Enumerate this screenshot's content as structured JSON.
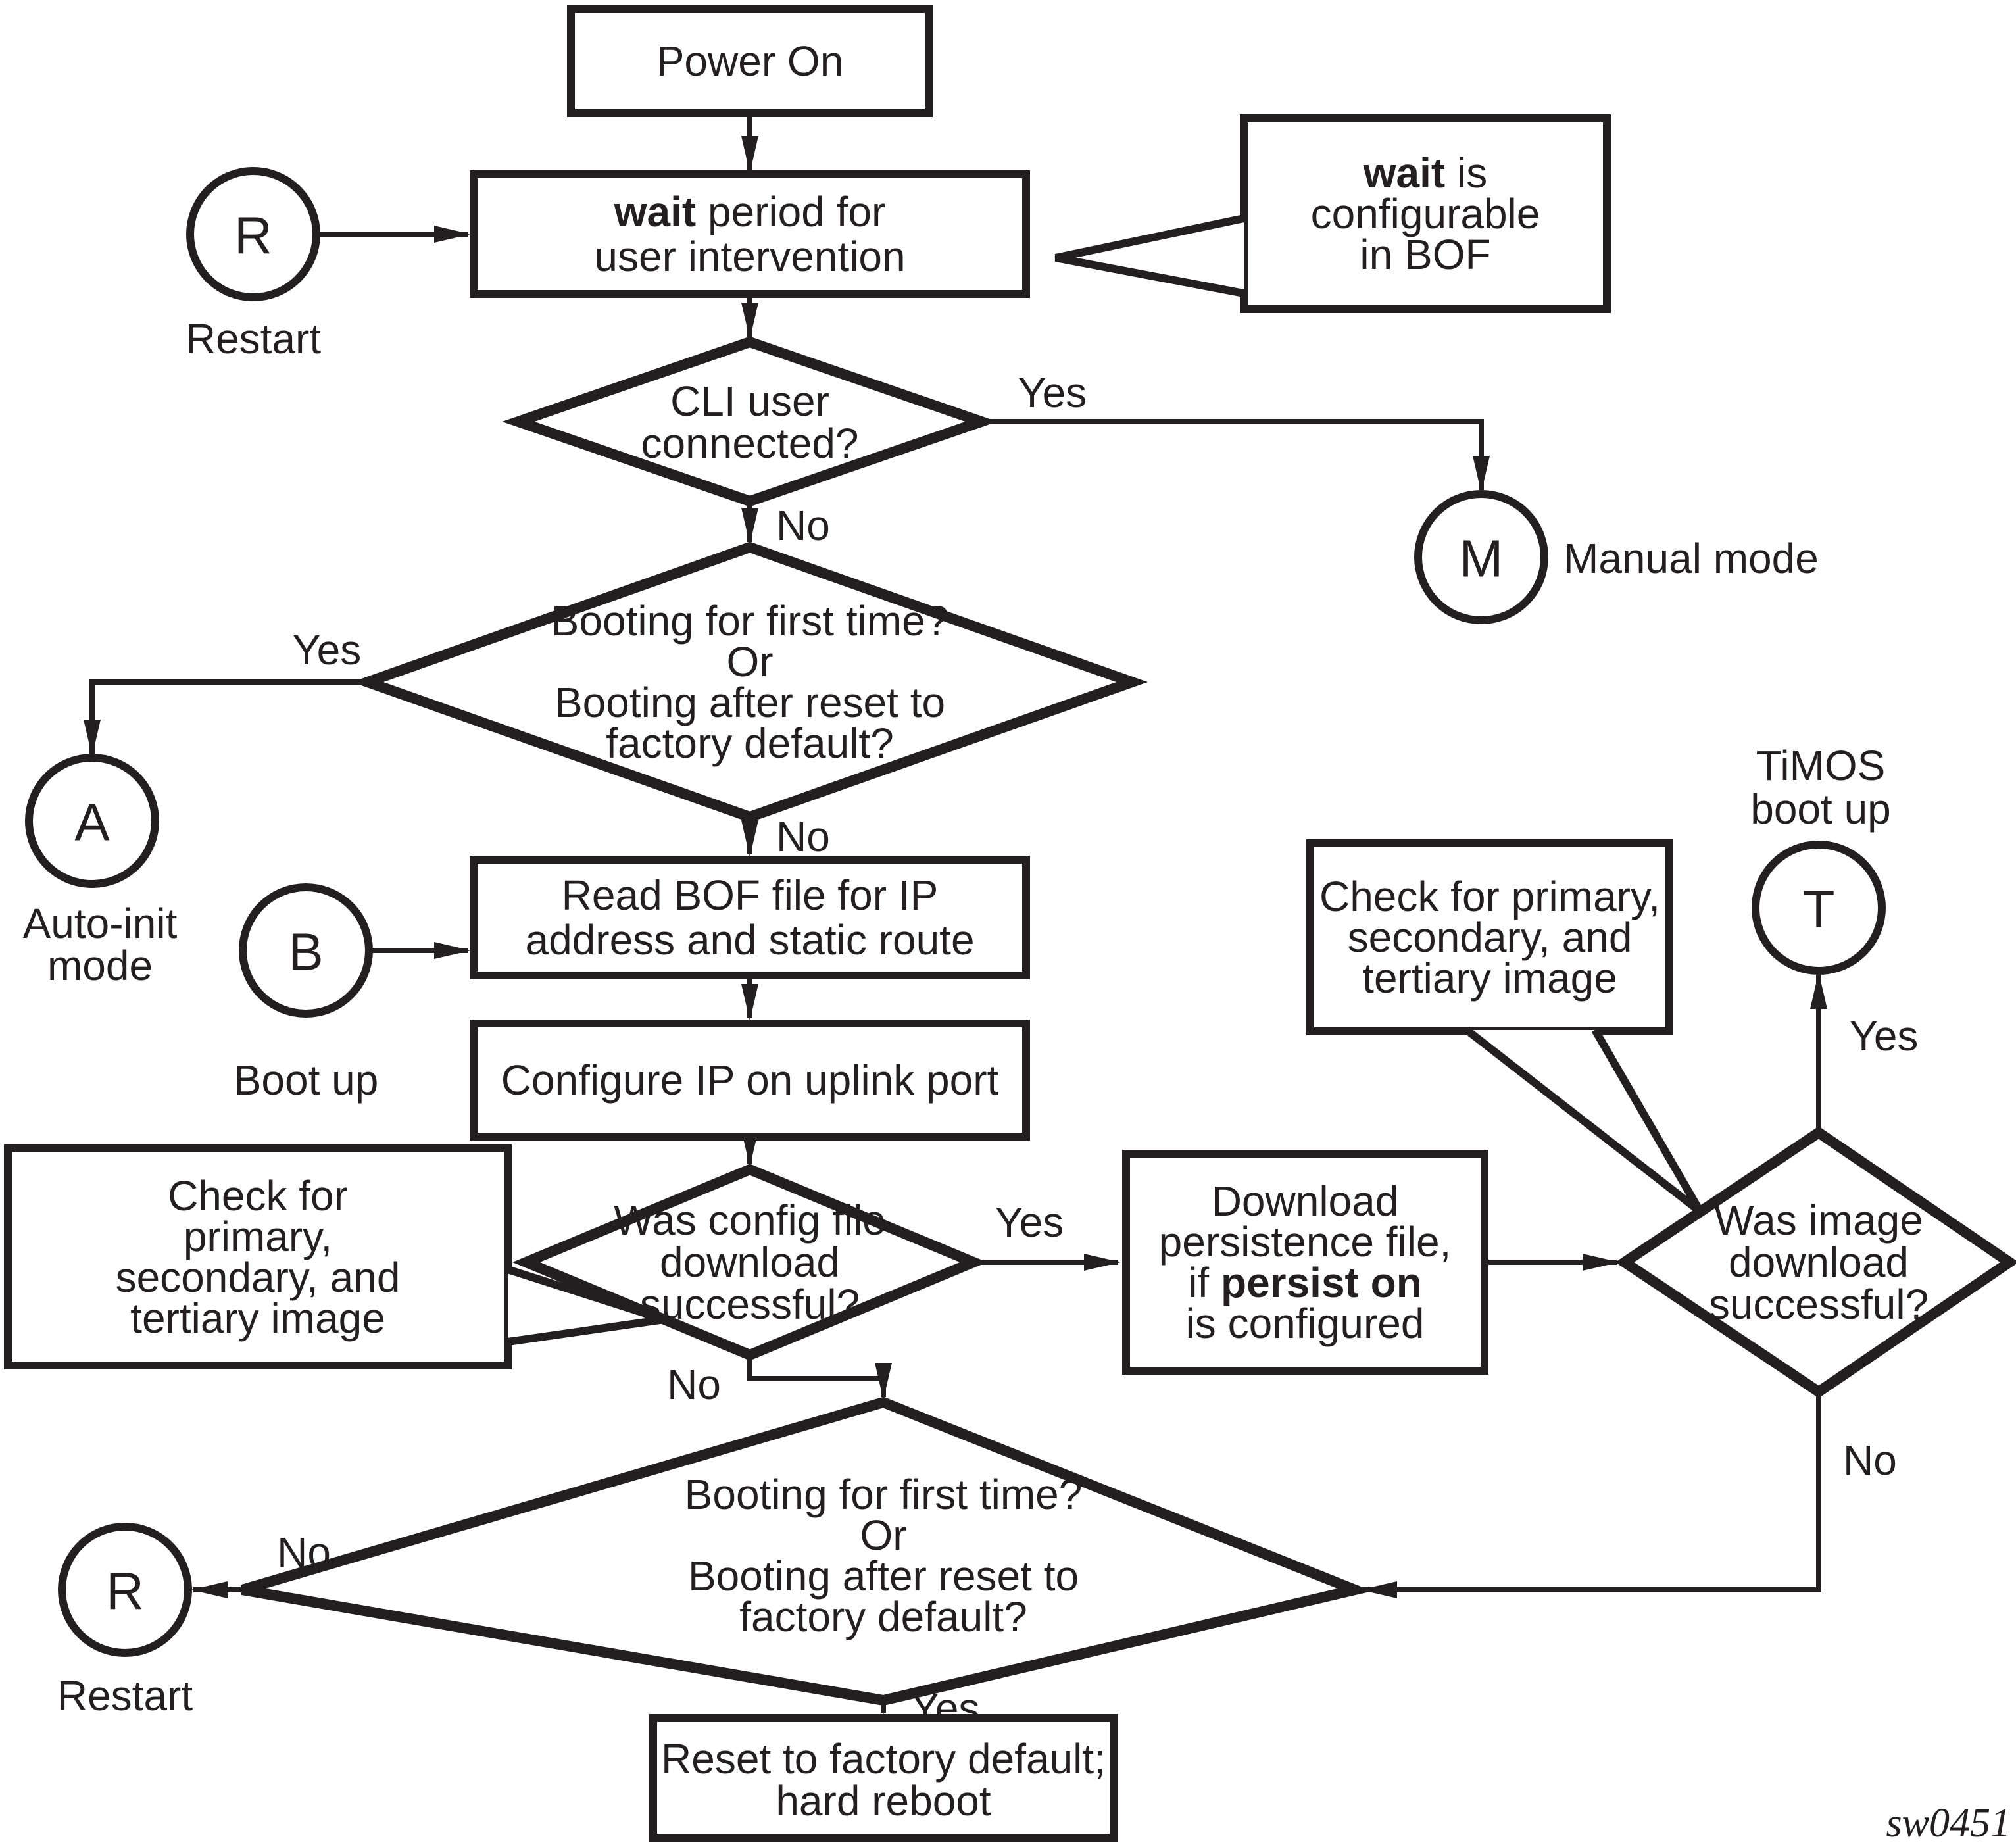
{
  "figure_code": "sw0451",
  "colors": {
    "ink": "#231f20",
    "background": "#ffffff"
  },
  "nodes": {
    "power_on": {
      "label": "Power On"
    },
    "wait_box": {
      "line1_bold": "wait",
      "line1_rest": " period for",
      "line2": "user intervention"
    },
    "wait_callout": {
      "line1_bold": "wait",
      "line1_rest": " is",
      "line2": "configurable",
      "line3": "in BOF"
    },
    "restart_top": {
      "letter": "R",
      "caption": "Restart"
    },
    "cli_diamond": {
      "line1": "CLI user",
      "line2": "connected?"
    },
    "manual_mode": {
      "letter": "M",
      "caption": "Manual mode"
    },
    "boot_diamond_top": {
      "line1": "Booting for first time?",
      "line2": "Or",
      "line3": "Booting after reset to",
      "line4": "factory default?"
    },
    "auto_init": {
      "letter": "A",
      "caption_line1": "Auto-init",
      "caption_line2": "mode"
    },
    "boot_up": {
      "letter": "B",
      "caption": "Boot up"
    },
    "read_bof": {
      "line1": "Read BOF file for IP",
      "line2": "address and static route"
    },
    "configure_ip": {
      "label": "Configure IP on uplink port"
    },
    "left_callout": {
      "line1": "Check for",
      "line2": "primary,",
      "line3": "secondary, and",
      "line4": "tertiary image"
    },
    "config_diamond": {
      "line1": "Was config file",
      "line2": "download",
      "line3": "successful?"
    },
    "persistence_box": {
      "line1": "Download",
      "line2": "persistence file,",
      "line3_pre": "if ",
      "line3_bold": "persist on",
      "line4": "is configured"
    },
    "right_callout": {
      "line1": "Check for primary,",
      "line2": "secondary, and",
      "line3": "tertiary image"
    },
    "image_diamond": {
      "line1": "Was image",
      "line2": "download",
      "line3": "successful?"
    },
    "timos": {
      "letter": "T",
      "caption_line1": "TiMOS",
      "caption_line2": "boot up"
    },
    "boot_diamond_bottom": {
      "line1": "Booting for first time?",
      "line2": "Or",
      "line3": "Booting after reset to",
      "line4": "factory default?"
    },
    "restart_bottom": {
      "letter": "R",
      "caption": "Restart"
    },
    "reset_box": {
      "line1": "Reset to factory default;",
      "line2": "hard reboot"
    }
  },
  "edge_labels": {
    "cli_yes": "Yes",
    "cli_no": "No",
    "boot_top_yes": "Yes",
    "boot_top_no": "No",
    "config_yes": "Yes",
    "config_no": "No",
    "image_yes": "Yes",
    "image_no": "No",
    "boot_bottom_yes": "Yes",
    "boot_bottom_no": "No"
  }
}
